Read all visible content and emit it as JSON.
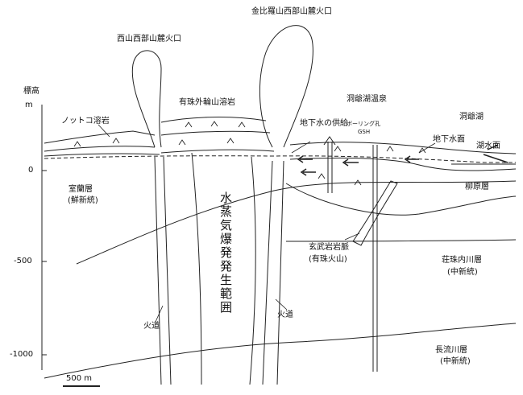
{
  "axis": {
    "label": "標高",
    "unit": "m",
    "ticks": [
      "0",
      "-500",
      "-1000"
    ]
  },
  "scale_bar": {
    "label": "500 m"
  },
  "vents": {
    "nishiyama": "西山西部山麓火口",
    "konpira": "金比羅山西部山麓火口"
  },
  "lavas": {
    "nottoko": "ノットコ溶岩",
    "usu_outer_rim": "有珠外輪山溶岩"
  },
  "labels": {
    "groundwater_supply": "地下水の供給",
    "hot_spring": "洞爺湖温泉",
    "lake": "洞爺湖",
    "borehole": "ボーリング孔",
    "borehole_id": "GSH",
    "water_table": "地下水面",
    "lake_level": "湖水面",
    "phreatic_zone": "水蒸気爆発発生範囲",
    "conduit_left": "火道",
    "conduit_right": "火道",
    "dike": "玄武岩岩脈",
    "dike_source": "(有珠火山)"
  },
  "formations": {
    "muroran": {
      "name": "室蘭層",
      "age": "(鮮新統)"
    },
    "yanagihara": {
      "name": "柳原層"
    },
    "soshubetsu": {
      "name": "荘珠内川層",
      "age": "(中新統)"
    },
    "osarugawa": {
      "name": "長流川層",
      "age": "(中新統)"
    }
  }
}
